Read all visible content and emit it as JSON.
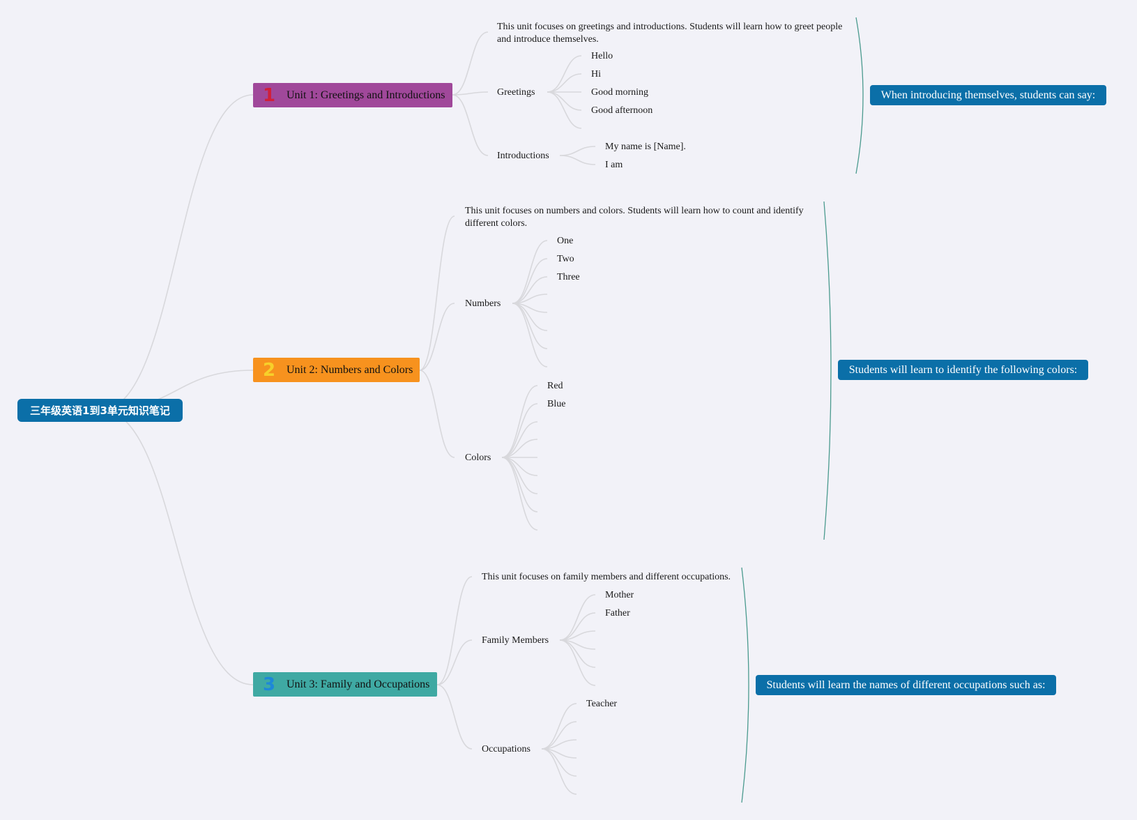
{
  "root": {
    "title": "三年级英语1到3单元知识笔记"
  },
  "units": [
    {
      "number": "1",
      "title": "Unit 1: Greetings and Introductions",
      "color": "#a0489a",
      "number_color": "#d0203a",
      "description": "This unit focuses on greetings and introductions. Students will learn how to greet people and introduce themselves.",
      "summary": "When introducing themselves, students can say:",
      "groups": [
        {
          "label": "Greetings",
          "items": [
            "Hello",
            "Hi",
            "Good morning",
            "Good afternoon",
            ""
          ]
        },
        {
          "label": "Introductions",
          "items": [
            "My name is [Name].",
            "I am"
          ]
        }
      ]
    },
    {
      "number": "2",
      "title": "Unit 2: Numbers and Colors",
      "color": "#f7921e",
      "number_color": "#f7d02a",
      "description": "This unit focuses on numbers and colors. Students will learn how to count and identify different colors.",
      "summary": "Students will learn to identify the following colors:",
      "groups": [
        {
          "label": "Numbers",
          "items": [
            "One",
            "Two",
            "Three",
            "",
            "",
            "",
            "",
            ""
          ]
        },
        {
          "label": "Colors",
          "items": [
            "Red",
            "Blue",
            "",
            "",
            "",
            "",
            "",
            ""
          ]
        }
      ]
    },
    {
      "number": "3",
      "title": "Unit 3: Family and Occupations",
      "color": "#3fa9a3",
      "number_color": "#1e88d8",
      "description": "This unit focuses on family members and different occupations.",
      "summary": "Students will learn the names of different occupations such as:",
      "groups": [
        {
          "label": "Family Members",
          "items": [
            "Mother",
            "Father",
            "",
            "",
            "",
            ""
          ]
        },
        {
          "label": "Occupations",
          "items": [
            "Teacher",
            "",
            "",
            "",
            "",
            ""
          ]
        }
      ]
    }
  ],
  "colors": {
    "root_bg": "#0b6fa8",
    "summary_bg": "#0b6fa8",
    "link": "#d8d8dc",
    "bracket": "#4a9a8e"
  }
}
